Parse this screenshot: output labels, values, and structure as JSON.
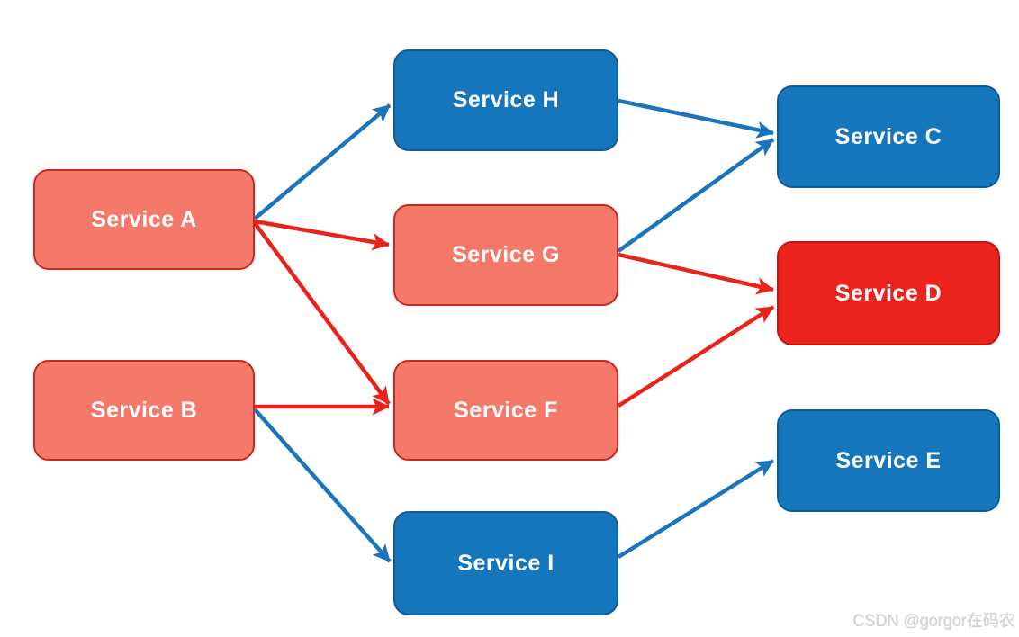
{
  "diagram": {
    "type": "service-dependency-graph",
    "nodes": [
      {
        "id": "a",
        "label": "Service A",
        "color": "salmon"
      },
      {
        "id": "b",
        "label": "Service B",
        "color": "salmon"
      },
      {
        "id": "h",
        "label": "Service H",
        "color": "blue"
      },
      {
        "id": "g",
        "label": "Service G",
        "color": "salmon"
      },
      {
        "id": "f",
        "label": "Service F",
        "color": "salmon"
      },
      {
        "id": "i",
        "label": "Service I",
        "color": "blue"
      },
      {
        "id": "c",
        "label": "Service C",
        "color": "blue"
      },
      {
        "id": "d",
        "label": "Service D",
        "color": "red"
      },
      {
        "id": "e",
        "label": "Service E",
        "color": "blue"
      }
    ],
    "edges": [
      {
        "from": "a",
        "to": "h",
        "color": "blue"
      },
      {
        "from": "a",
        "to": "g",
        "color": "red"
      },
      {
        "from": "a",
        "to": "f",
        "color": "red"
      },
      {
        "from": "b",
        "to": "f",
        "color": "red"
      },
      {
        "from": "b",
        "to": "i",
        "color": "blue"
      },
      {
        "from": "h",
        "to": "c",
        "color": "blue"
      },
      {
        "from": "g",
        "to": "c",
        "color": "blue"
      },
      {
        "from": "g",
        "to": "d",
        "color": "red"
      },
      {
        "from": "f",
        "to": "d",
        "color": "red"
      },
      {
        "from": "i",
        "to": "e",
        "color": "blue"
      }
    ]
  },
  "colors": {
    "node_salmon_fill": "#F4796B",
    "node_salmon_border": "#C9281E",
    "node_blue_fill": "#1576BC",
    "node_blue_border": "#0F5E96",
    "node_red_fill": "#EC2420",
    "node_red_border": "#BE1711",
    "arrow_blue": "#1B75BB",
    "arrow_red": "#E8231B",
    "label_text": "#FFFFFF"
  },
  "watermark": {
    "text": "CSDN @gorgor在码农"
  }
}
